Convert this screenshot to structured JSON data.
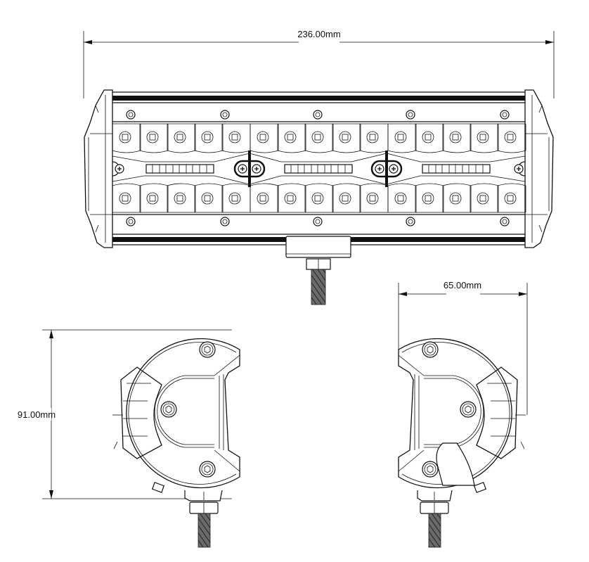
{
  "drawing": {
    "subject": "LED light bar dimensional drawing",
    "views": [
      "front-view",
      "side-view-left",
      "side-view-right"
    ]
  },
  "dimensions": {
    "length": {
      "label": "236.00mm",
      "value": 236.0,
      "unit": "mm"
    },
    "depth": {
      "label": "65.00mm",
      "value": 65.0,
      "unit": "mm"
    },
    "height": {
      "label": "91.00mm",
      "value": 91.0,
      "unit": "mm"
    }
  },
  "front_view": {
    "led_rows": 2,
    "leds_per_row": 15,
    "led_segments": 3,
    "indicator_strips": 3,
    "indicator_cells_per_strip": 10,
    "mounting_screws": 4,
    "top_bolts": 5,
    "bottom_bolts": 5
  },
  "colors": {
    "line": "#111111",
    "background": "#ffffff",
    "thread": "#555555"
  }
}
